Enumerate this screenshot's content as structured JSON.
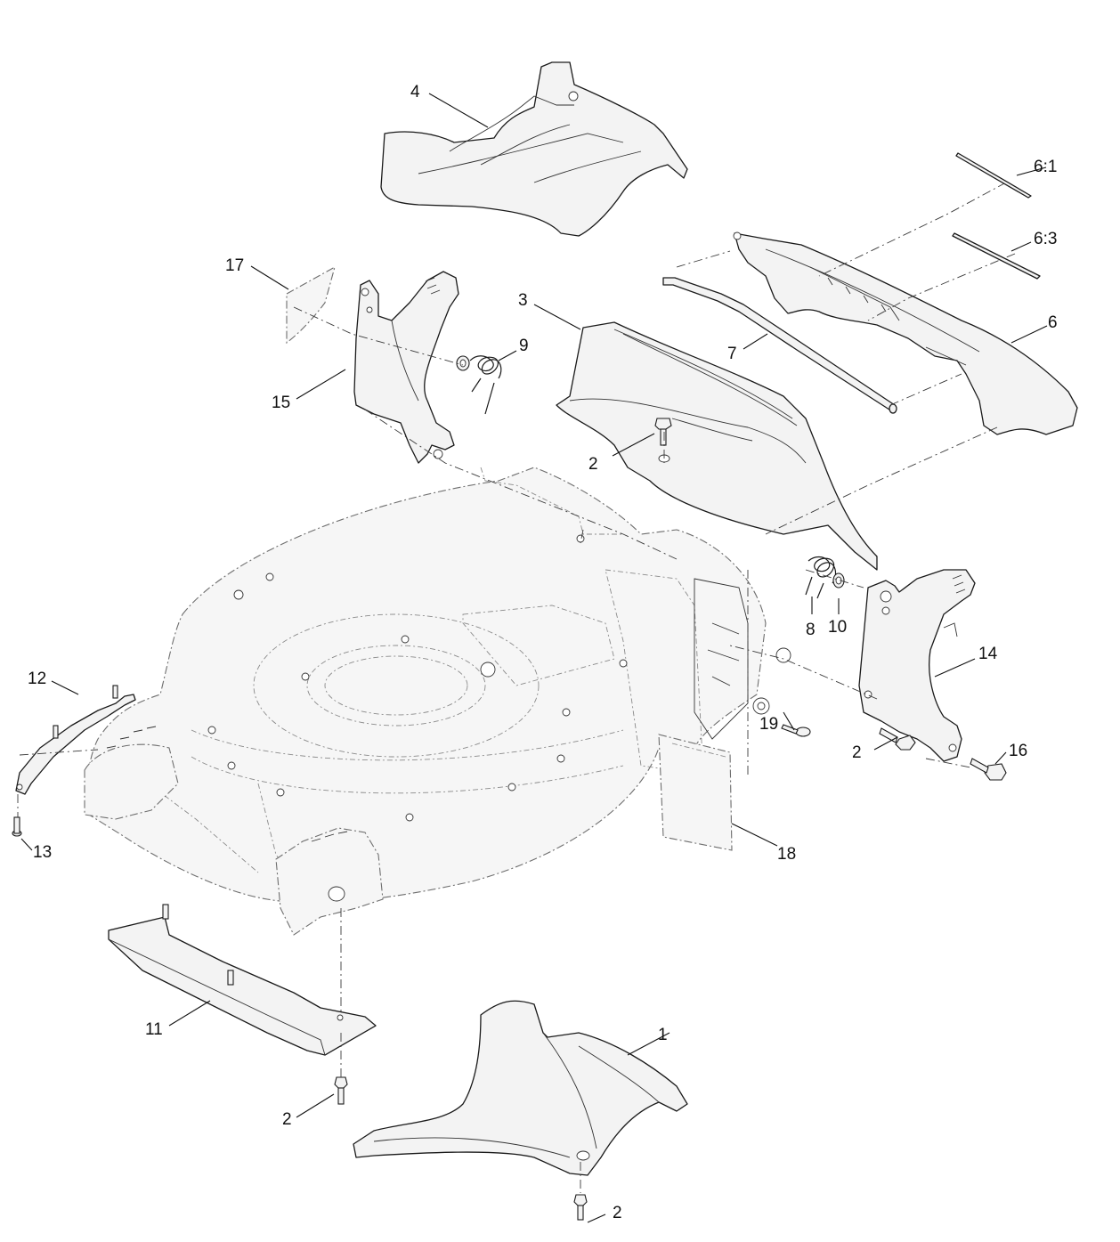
{
  "diagram": {
    "callouts": {
      "c1": "1",
      "c2a": "2",
      "c2b": "2",
      "c2c": "2",
      "c2d": "2",
      "c3": "3",
      "c4": "4",
      "c6": "6",
      "c6_1": "6:1",
      "c6_3": "6:3",
      "c7": "7",
      "c8": "8",
      "c9": "9",
      "c10": "10",
      "c11": "11",
      "c12": "12",
      "c13": "13",
      "c14": "14",
      "c15": "15",
      "c16": "16",
      "c17": "17",
      "c18": "18",
      "c19": "19"
    }
  }
}
